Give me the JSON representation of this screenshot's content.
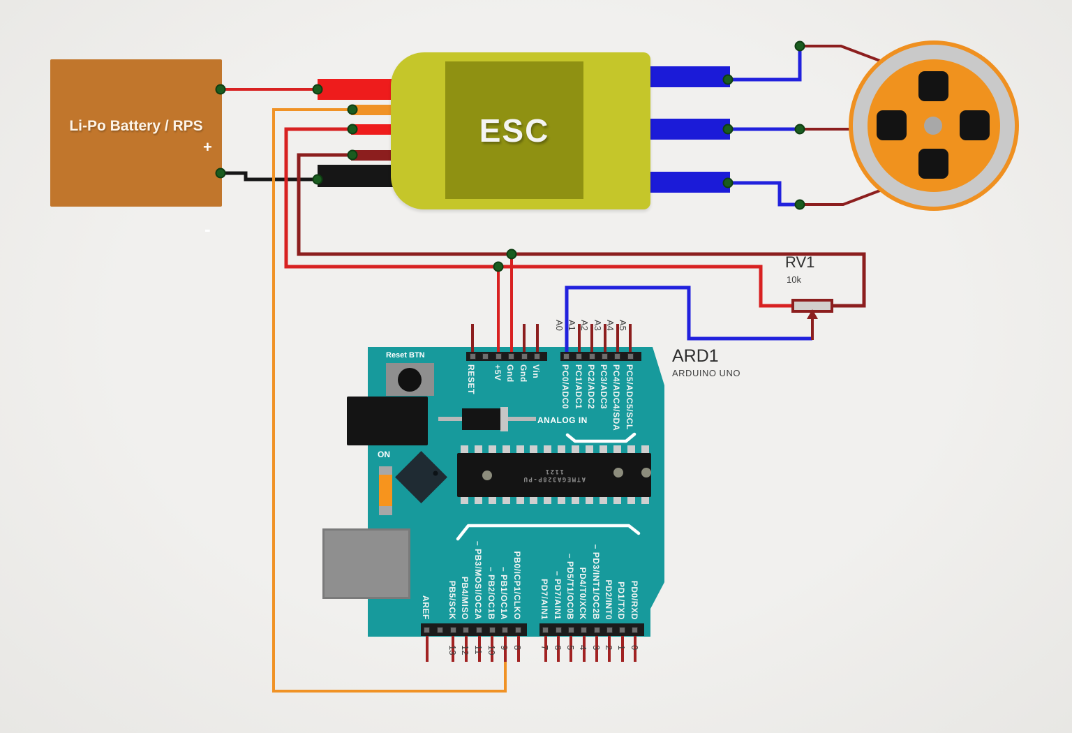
{
  "colors": {
    "background": "#efeeec",
    "battery_body": "#c1762c",
    "esc_body": "#c5c62a",
    "esc_inner": "#8f9112",
    "board_teal": "#179a9c",
    "wire_red": "#d82121",
    "wire_dark_red": "#8c1e1e",
    "wire_orange": "#f09225",
    "wire_blue": "#2121dd",
    "wire_black": "#161616",
    "junction_green": "#1a5c1f",
    "motor_orange": "#f0921e",
    "motor_gray": "#c9c9c9",
    "connector_blue": "#1b1bd8"
  },
  "battery": {
    "label": "Li-Po Battery / RPS",
    "plus": "+",
    "minus": "-"
  },
  "esc": {
    "label": "ESC"
  },
  "potentiometer": {
    "ref": "RV1",
    "value": "10k"
  },
  "arduino": {
    "ref": "ARD1",
    "name": "ARDUINO UNO",
    "reset_btn_label": "Reset BTN",
    "on_label": "ON",
    "analog_in_label": "ANALOG IN",
    "chip": {
      "line1": "ATMEGA328P-PU",
      "line2": "1121"
    },
    "power_pins": [
      "RESET",
      "+5V",
      "Gnd",
      "Gnd",
      "Vin"
    ],
    "analog_pins_outer": [
      "A0",
      "A1",
      "A2",
      "A3",
      "A4",
      "A5"
    ],
    "analog_pins_inner": [
      "PC0/ADC0",
      "PC1/ADC1",
      "PC2/ADC2",
      "PC3/ADC3",
      "PC4/ADC4/SDA",
      "PC5/ADC5/SCL"
    ],
    "digital_left_labels": [
      "AREF",
      "PB5/SCK",
      "PB4/MISO",
      "– PB3/MOSI/OC2A",
      "– PB2/OC1B",
      "– PB1/OC1A",
      "PB0/ICP1/CLKO"
    ],
    "digital_left_numbers": [
      "13",
      "12",
      "11",
      "10",
      "9",
      "8"
    ],
    "digital_right_labels": [
      "PD7/AIN1",
      "– PD7/AIN1",
      "– PD5/T1/OC0B",
      "PD4/T0/XCK",
      "– PD3/INT1/OC2B",
      "PD2/INT0",
      "PD1/TXD",
      "PD0/RXD"
    ],
    "digital_right_numbers": [
      "7",
      "6",
      "5",
      "4",
      "3",
      "2",
      "1",
      "0"
    ]
  }
}
